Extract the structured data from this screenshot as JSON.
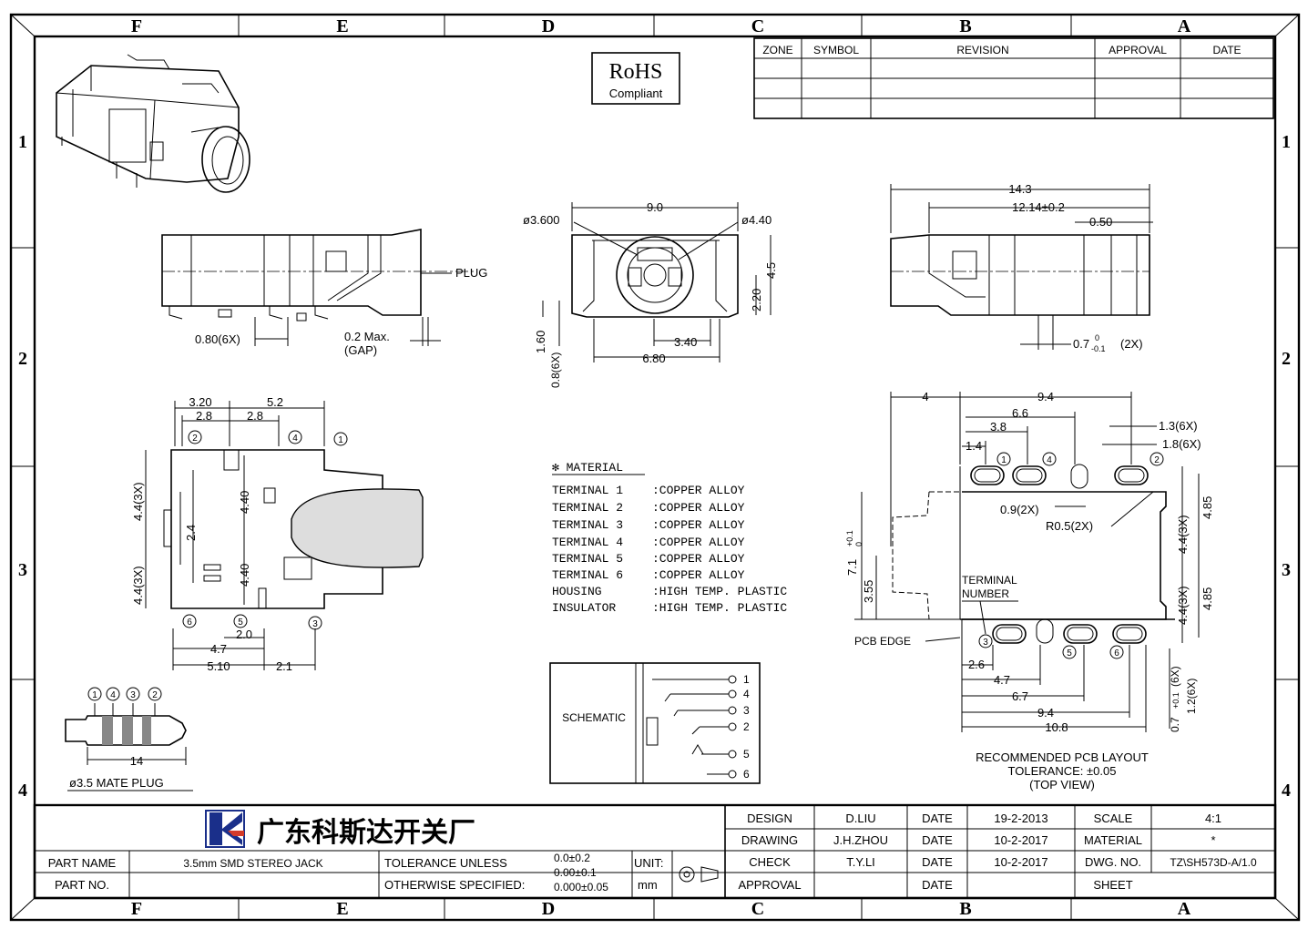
{
  "frame": {
    "cols": [
      "F",
      "E",
      "D",
      "C",
      "B",
      "A"
    ],
    "rows": [
      "1",
      "2",
      "3",
      "4"
    ]
  },
  "rohs": {
    "title": "RoHS",
    "sub": "Compliant"
  },
  "revision": {
    "headers": [
      "ZONE",
      "SYMBOL",
      "REVISION",
      "APPROVAL",
      "DATE"
    ]
  },
  "dims": {
    "side_080": "0.80(6X)",
    "side_gap": "0.2 Max.",
    "side_gap2": "(GAP)",
    "side_plug": "PLUG",
    "front_90": "9.0",
    "front_phi36": "ø3.600",
    "front_phi44": "ø4.40",
    "front_45": "4.5",
    "front_220": "2.20",
    "front_160": "1.60",
    "front_08": "0.8(6X)",
    "front_340": "3.40",
    "front_680": "6.80",
    "rside_143": "14.3",
    "rside_1214": "12.14±0.2",
    "rside_050": "0.50",
    "rside_07": "0.7",
    "rside_07tol": "0",
    "rside_07tol2": "-0.1",
    "rside_2x": "(2X)",
    "top_320": "3.20",
    "top_52": "5.2",
    "top_28a": "2.8",
    "top_28b": "2.8",
    "top_44_3x": "4.4(3X)",
    "top_44_3x_b": "4.4(3X)",
    "top_440a": "4.40",
    "top_440b": "4.40",
    "top_24": "2.4",
    "top_47": "4.7",
    "top_20": "2.0",
    "top_510": "5.10",
    "top_21": "2.1",
    "plug_14": "14",
    "plug_title": "ø3.5 MATE PLUG",
    "pcb_4": "4",
    "pcb_94": "9.4",
    "pcb_66": "6.6",
    "pcb_38": "3.8",
    "pcb_14": "1.4",
    "pcb_13": "1.3(6X)",
    "pcb_18": "1.8(6X)",
    "pcb_09": "0.9(2X)",
    "pcb_r05": "R0.5(2X)",
    "pcb_71": "7.1",
    "pcb_71tol": "+0.1",
    "pcb_71tol2": "0",
    "pcb_355": "3.55",
    "pcb_44a": "4.4(3X)",
    "pcb_485a": "4.85",
    "pcb_44b": "4.4(3X)",
    "pcb_485b": "4.85",
    "pcb_term": "TERMINAL",
    "pcb_num": "NUMBER",
    "pcb_edge": "PCB EDGE",
    "pcb_26": "2.6",
    "pcb_47": "4.7",
    "pcb_67": "6.7",
    "pcb_94b": "9.4",
    "pcb_108": "10.8",
    "pcb_07": "0.7",
    "pcb_07tol": "+0.1",
    "pcb_6x": "(6X)",
    "pcb_12": "1.2(6X)",
    "pcb_rec1": "RECOMMENDED PCB LAYOUT",
    "pcb_rec2": "TOLERANCE: ±0.05",
    "pcb_rec3": "(TOP VIEW)"
  },
  "material": {
    "title": "✻ MATERIAL",
    "rows": [
      {
        "k": "TERMINAL 1",
        "v": ":COPPER ALLOY"
      },
      {
        "k": "TERMINAL 2",
        "v": ":COPPER ALLOY"
      },
      {
        "k": "TERMINAL 3",
        "v": ":COPPER ALLOY"
      },
      {
        "k": "TERMINAL 4",
        "v": ":COPPER ALLOY"
      },
      {
        "k": "TERMINAL 5",
        "v": ":COPPER ALLOY"
      },
      {
        "k": "TERMINAL 6",
        "v": ":COPPER ALLOY"
      },
      {
        "k": "HOUSING",
        "v": ":HIGH TEMP. PLASTIC"
      },
      {
        "k": "INSULATOR",
        "v": ":HIGH TEMP. PLASTIC"
      }
    ]
  },
  "schematic": {
    "label": "SCHEMATIC",
    "pins": [
      "1",
      "4",
      "3",
      "2",
      "5",
      "6"
    ]
  },
  "titleblock": {
    "company": "广东科斯达开关厂",
    "part_name_label": "PART NAME",
    "part_name": "3.5mm SMD STEREO JACK",
    "part_no_label": "PART NO.",
    "tol1": "TOLERANCE UNLESS",
    "tol2": "OTHERWISE SPECIFIED:",
    "tol_a": "0.0±0.2",
    "tol_b": "0.00±0.1",
    "tol_c": "0.000±0.05",
    "unit_label": "UNIT:",
    "unit": "mm",
    "design_label": "DESIGN",
    "design": "D.LIU",
    "drawing_label": "DRAWING",
    "drawing": "J.H.ZHOU",
    "check_label": "CHECK",
    "check": "T.Y.LI",
    "approval_label": "APPROVAL",
    "date_label": "DATE",
    "date1": "19-2-2013",
    "date2": "10-2-2017",
    "date3": "10-2-2017",
    "scale_label": "SCALE",
    "scale": "4:1",
    "material_label": "MATERIAL",
    "material": "*",
    "dwg_label": "DWG. NO.",
    "dwg": "TZ\\SH573D-A/1.0",
    "sheet_label": "SHEET"
  }
}
